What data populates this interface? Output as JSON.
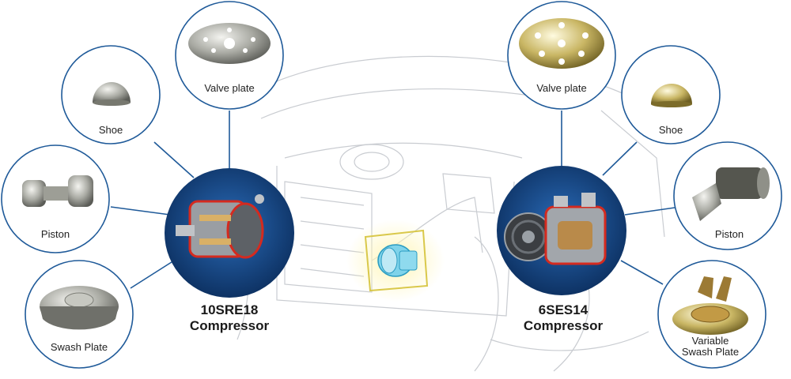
{
  "left_compressor": {
    "model": "10SRE18",
    "type": "Compressor",
    "parts": {
      "valve_plate": "Valve plate",
      "shoe": "Shoe",
      "piston": "Piston",
      "swash_plate": "Swash Plate"
    }
  },
  "right_compressor": {
    "model": "6SES14",
    "type": "Compressor",
    "parts": {
      "valve_plate": "Valve plate",
      "shoe": "Shoe",
      "piston": "Piston",
      "variable_swash_plate_line1": "Variable",
      "variable_swash_plate_line2": "Swash Plate"
    }
  },
  "colors": {
    "connector": "#1f5a99",
    "circle_border": "#1f5a99",
    "hub_fill": "#0e3a72",
    "hub_highlight": "#2a6bb8",
    "car_outline": "#c9ccd1",
    "compressor_accent": "#d42a1f",
    "highlight_glow": "#fff2a8"
  }
}
